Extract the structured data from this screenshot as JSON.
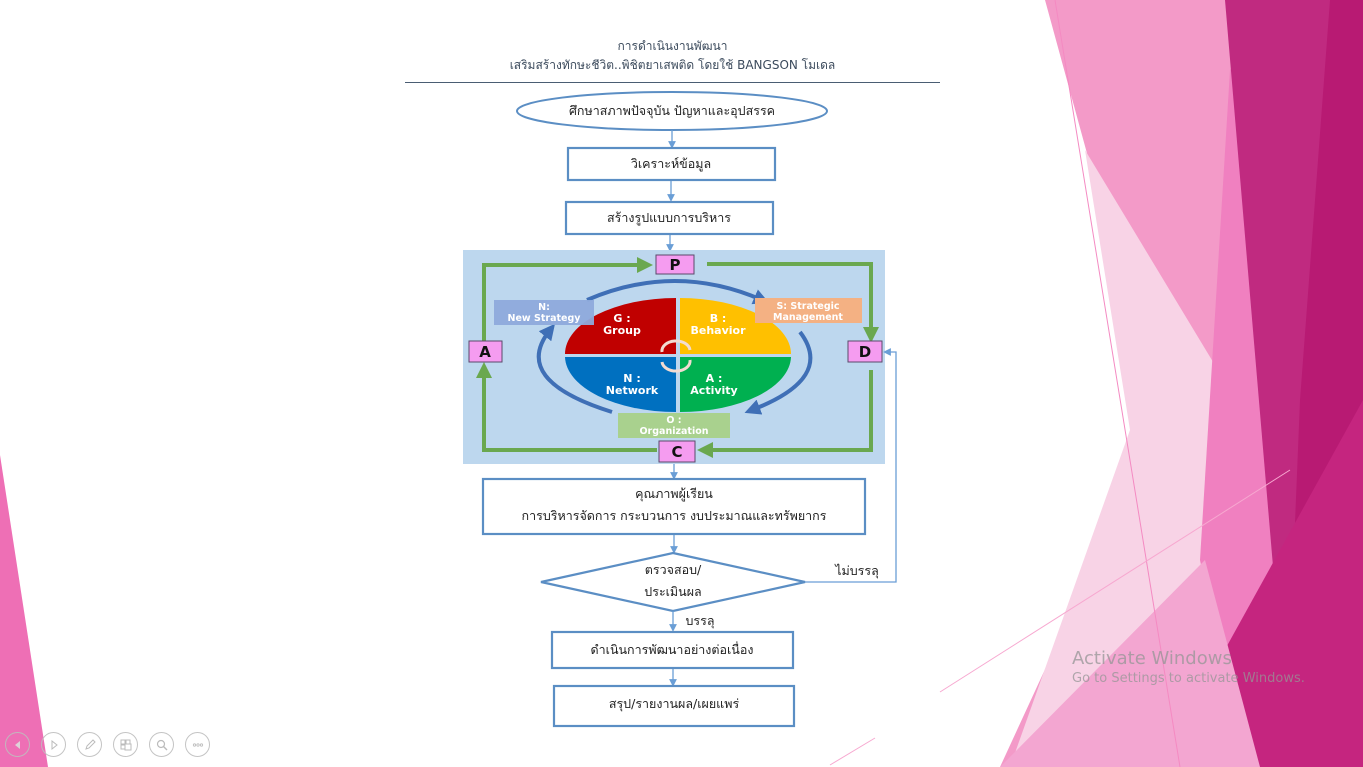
{
  "slide": {
    "title_line1": "การดำเนินงานพัฒนา",
    "title_line2": "เสริมสร้างทักษะชีวิต..พิชิตยาเสพติด  โดยใช้  BANGSON โมเดล"
  },
  "flowchart": {
    "start": "ศึกษาสภาพปัจจุบัน ปัญหาและอุปสรรค",
    "step_analyze": "วิเคราะห์ข้อมูล",
    "step_model": "สร้างรูปแบบการบริหาร",
    "pdca": {
      "p": "P",
      "d": "D",
      "c": "C",
      "a": "A"
    },
    "bangson": {
      "g": {
        "letter": "G  :",
        "word": "Group"
      },
      "b": {
        "letter": "B  :",
        "word": "Behavior"
      },
      "n": {
        "letter": "N :",
        "word": "Network"
      },
      "a": {
        "letter": "A :",
        "word": "Activity"
      },
      "new_strategy": {
        "line1": "N:",
        "line2": "New Strategy"
      },
      "strategic": {
        "line1": "S: Strategic",
        "line2": "Management"
      },
      "organization": {
        "line1": "O :",
        "line2": "Organization"
      }
    },
    "quality": {
      "line1": "คุณภาพผู้เรียน",
      "line2": "การบริหารจัดการ กระบวนการ งบประมาณและทรัพยากร"
    },
    "decision": {
      "line1": "ตรวจสอบ/",
      "line2": "ประเมินผล"
    },
    "label_fail": "ไม่บรรลุ",
    "label_pass": "บรรลุ",
    "step_continue": "ดำเนินการพัฒนาอย่างต่อเนื่อง",
    "step_report": "สรุป/รายงานผล/เผยแพร่"
  },
  "colors": {
    "group": "#c00000",
    "behavior": "#ffc000",
    "network": "#0070c0",
    "activity": "#00b050",
    "pdca_box": "#f59cf0",
    "panel_bg": "#bdd7ee",
    "theme_dark": "#bc1e78",
    "theme_light": "#f294c6"
  },
  "watermark": {
    "line1": "Activate Windows",
    "line2": "Go to Settings to activate Windows."
  },
  "controls": [
    {
      "name": "previous-slide",
      "icon": "triangle-left-icon"
    },
    {
      "name": "next-slide",
      "icon": "triangle-right-icon"
    },
    {
      "name": "pen",
      "icon": "pen-icon"
    },
    {
      "name": "see-all-slides",
      "icon": "slides-grid-icon"
    },
    {
      "name": "zoom",
      "icon": "magnifier-icon"
    },
    {
      "name": "more-options",
      "icon": "ellipsis-icon"
    }
  ]
}
